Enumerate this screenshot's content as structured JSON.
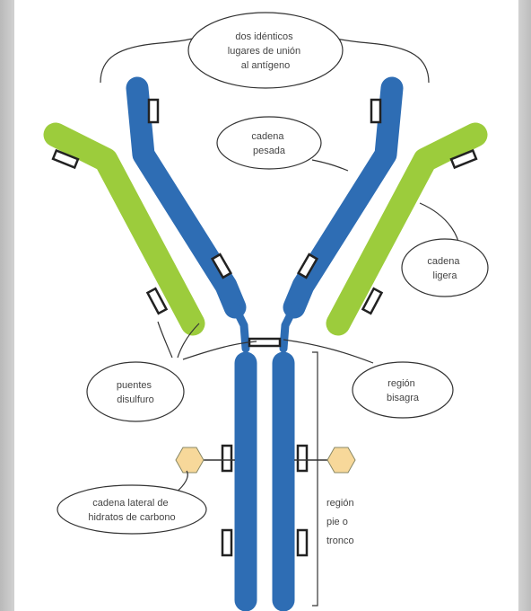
{
  "diagram": {
    "labels": {
      "binding_sites": [
        "dos idénticos",
        "lugares de unión",
        "al antígeno"
      ],
      "heavy_chain": [
        "cadena",
        "pesada"
      ],
      "light_chain": [
        "cadena",
        "ligera"
      ],
      "disulfide": [
        "puentes",
        "disulfuro"
      ],
      "hinge": [
        "región",
        "bisagra"
      ],
      "carbohydrate": [
        "cadena lateral de",
        "hidratos de carbono"
      ],
      "stem": [
        "región",
        "pie o",
        "tronco"
      ]
    },
    "colors": {
      "heavy_chain": "#2e6db4",
      "light_chain": "#9ccc3c",
      "carbohydrate": "#f7d89a",
      "outline": "#333333"
    }
  }
}
